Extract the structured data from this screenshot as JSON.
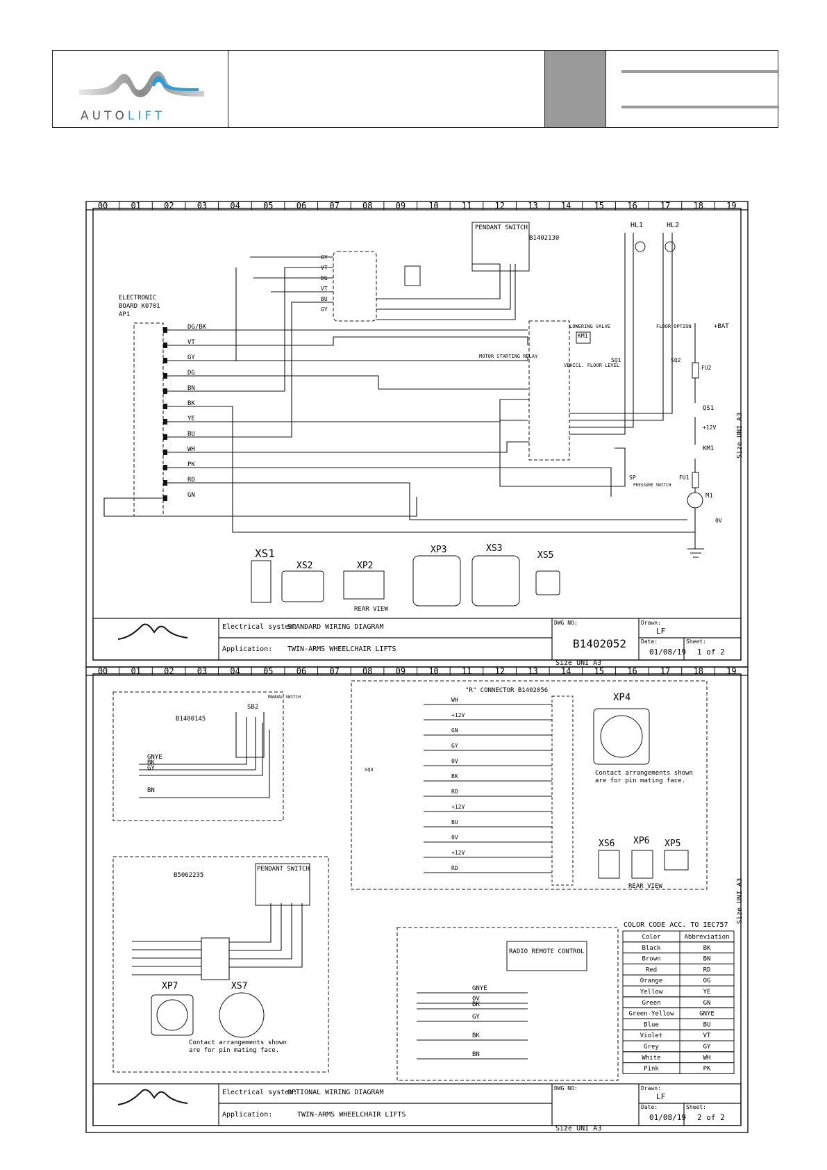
{
  "header": {
    "logo_text_left": "AUTO",
    "logo_text_right": "LIFT"
  },
  "grid_columns": [
    "00",
    "01",
    "02",
    "03",
    "04",
    "05",
    "06",
    "07",
    "08",
    "09",
    "10",
    "11",
    "12",
    "13",
    "14",
    "15",
    "16",
    "17",
    "18",
    "19"
  ],
  "size_label": "Size UNI A3",
  "sheet1": {
    "board": [
      "ELECTRONIC",
      "BOARD K0701",
      "AP1"
    ],
    "pendant": "PENDANT SWITCH",
    "pendant_code": "B1402130",
    "hl1": "HL1",
    "hl2": "HL2",
    "board_wires": [
      "DG/BK",
      "VT",
      "GY",
      "DG",
      "BN",
      "BK",
      "YE",
      "BU",
      "WH",
      "PK",
      "RD",
      "GN"
    ],
    "xs2_wires": [
      "GY",
      "VT",
      "DG",
      "VT",
      "BU",
      "GY"
    ],
    "right_labels": {
      "lowering_valve": "LOWERING VALVE",
      "floor_level": "VEHICL. FLOOR LEVEL",
      "floor_option": "FLOOR OPTION",
      "starting_relay": "MOTOR STARTING RELAY",
      "km1": "KM1",
      "sq1": "SQ1",
      "sq2": "SQ2",
      "fu2": "FU2",
      "qs1": "QS1",
      "km1b": "KM1",
      "fu1": "FU1",
      "m1": "M1",
      "bat": "+BAT",
      "plus12v": "+12V",
      "zero_v": "0V",
      "pressure": "PRESSURE SWITCH",
      "sp": "SP"
    },
    "connectors": [
      "XS1",
      "XS2",
      "XP2",
      "XP3",
      "XS3",
      "XS5"
    ],
    "rear_view": "REAR VIEW",
    "title_block": {
      "system_label": "Electrical system:",
      "system": "STANDARD WIRING DIAGRAM",
      "application_label": "Application:",
      "application": "TWIN-ARMS WHEELCHAIR LIFTS",
      "dwg_label": "DWG NO:",
      "dwg": "B1402052",
      "drawn_label": "Drawn:",
      "drawn": "LF",
      "date_label": "Date:",
      "date": "01/08/19",
      "sheet_label": "Sheet:",
      "sheet": "1 of 2"
    }
  },
  "sheet2": {
    "manual_switch": "MANUAL SWITCH",
    "sb2": "SB2",
    "manual_code": "B1400145",
    "manual_wires": [
      "GNYE",
      "BK",
      "GY",
      "BN"
    ],
    "r_connector": "\"R\" CONNECTOR B1402056",
    "xp4": "XP4",
    "contact_note": [
      "Contact arrangements shown",
      "are for pin mating face."
    ],
    "pendant_code": "B5062235",
    "pendant": "PENDANT SWITCH",
    "xp7": "XP7",
    "xs7": "XS7",
    "xs6": "XS6",
    "xp6": "XP6",
    "xp5": "XP5",
    "rear_view": "REAR VIEW",
    "radio": "RADIO REMOTE CONTROL",
    "r_wires": [
      "WH",
      "+12V",
      "GN",
      "GY",
      "0V",
      "BK",
      "RD",
      "+12V",
      "BU",
      "0V",
      "+12V",
      "RD"
    ],
    "radio_wires": [
      "GNYE",
      "0V",
      "BK",
      "GY",
      "BK",
      "BN"
    ],
    "sq3": "SQ3",
    "color_table": {
      "title": "COLOR CODE ACC. TO IEC757",
      "headers": [
        "Color",
        "Abbreviation"
      ],
      "rows": [
        [
          "Black",
          "BK"
        ],
        [
          "Brown",
          "BN"
        ],
        [
          "Red",
          "RD"
        ],
        [
          "Orange",
          "OG"
        ],
        [
          "Yellow",
          "YE"
        ],
        [
          "Green",
          "GN"
        ],
        [
          "Green-Yellow",
          "GNYE"
        ],
        [
          "Blue",
          "BU"
        ],
        [
          "Violet",
          "VT"
        ],
        [
          "Grey",
          "GY"
        ],
        [
          "White",
          "WH"
        ],
        [
          "Pink",
          "PK"
        ]
      ]
    },
    "title_block": {
      "system_label": "Electrical system:",
      "system": "OPTIONAL WIRING DIAGRAM",
      "application_label": "Application:",
      "application": "TWIN-ARMS WHEELCHAIR LIFTS",
      "dwg_label": "DWG NO:",
      "dwg": "",
      "drawn_label": "Drawn:",
      "drawn": "LF",
      "date_label": "Date:",
      "date": "01/08/19",
      "sheet_label": "Sheet:",
      "sheet": "2 of 2"
    }
  }
}
